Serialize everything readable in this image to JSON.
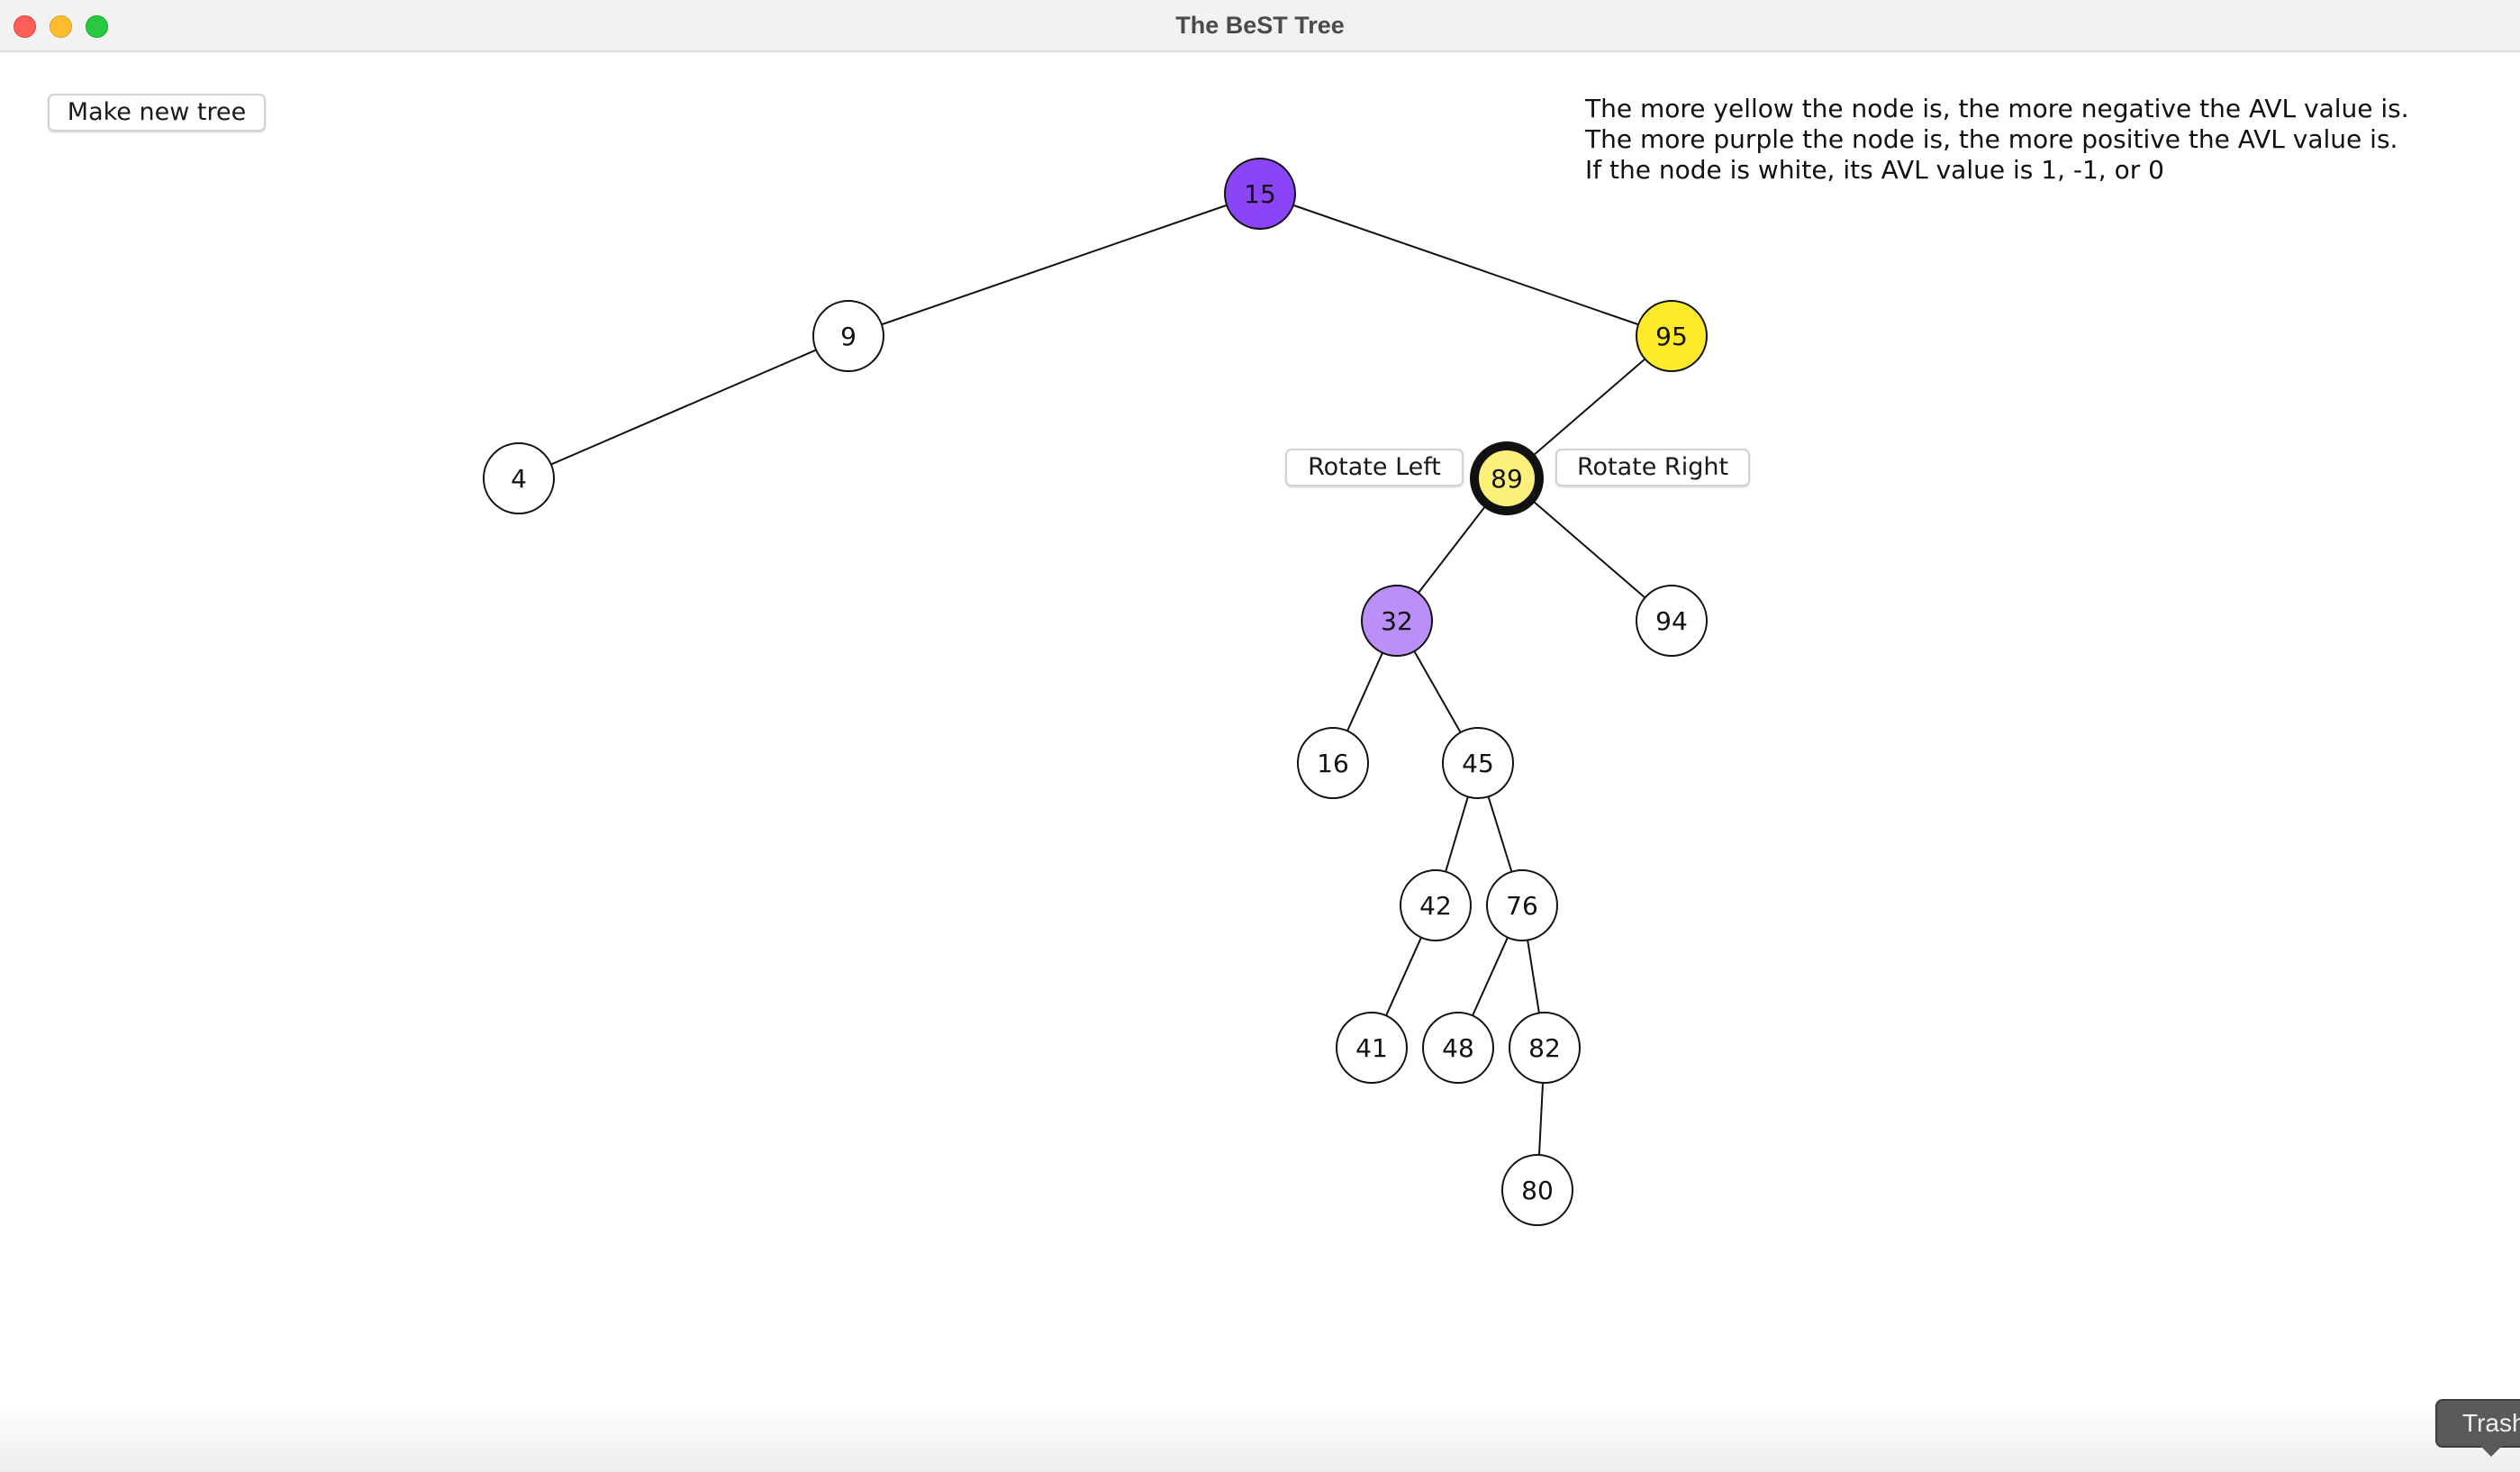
{
  "window": {
    "title": "The BeST Tree"
  },
  "controls": {
    "make_new_tree": "Make new tree",
    "rotate_left": "Rotate Left",
    "rotate_right": "Rotate Right"
  },
  "legend": {
    "line1": "The more yellow the node is, the more negative the AVL value is.",
    "line2": "The more purple the node is, the more positive the AVL value is.",
    "line3": "If the node is white, its AVL value is 1, -1, or 0"
  },
  "colors": {
    "deep_purple": "#8b44f7",
    "light_purple": "#bb8ff8",
    "bright_yellow": "#fdea2b",
    "light_yellow": "#fdf07a",
    "white": "#ffffff",
    "edge": "#111111"
  },
  "tree": {
    "selected": "89",
    "nodes": [
      {
        "id": "15",
        "label": "15",
        "fill": "deep_purple",
        "parent": null
      },
      {
        "id": "9",
        "label": "9",
        "fill": "white",
        "parent": "15"
      },
      {
        "id": "95",
        "label": "95",
        "fill": "bright_yellow",
        "parent": "15"
      },
      {
        "id": "4",
        "label": "4",
        "fill": "white",
        "parent": "9"
      },
      {
        "id": "89",
        "label": "89",
        "fill": "light_yellow",
        "parent": "95"
      },
      {
        "id": "32",
        "label": "32",
        "fill": "light_purple",
        "parent": "89"
      },
      {
        "id": "94",
        "label": "94",
        "fill": "white",
        "parent": "89"
      },
      {
        "id": "16",
        "label": "16",
        "fill": "white",
        "parent": "32"
      },
      {
        "id": "45",
        "label": "45",
        "fill": "white",
        "parent": "32"
      },
      {
        "id": "42",
        "label": "42",
        "fill": "white",
        "parent": "45"
      },
      {
        "id": "76",
        "label": "76",
        "fill": "white",
        "parent": "45"
      },
      {
        "id": "41",
        "label": "41",
        "fill": "white",
        "parent": "42"
      },
      {
        "id": "48",
        "label": "48",
        "fill": "white",
        "parent": "76"
      },
      {
        "id": "82",
        "label": "82",
        "fill": "white",
        "parent": "76"
      },
      {
        "id": "80",
        "label": "80",
        "fill": "white",
        "parent": "82"
      }
    ]
  },
  "dock": {
    "tooltip": "Trash"
  }
}
